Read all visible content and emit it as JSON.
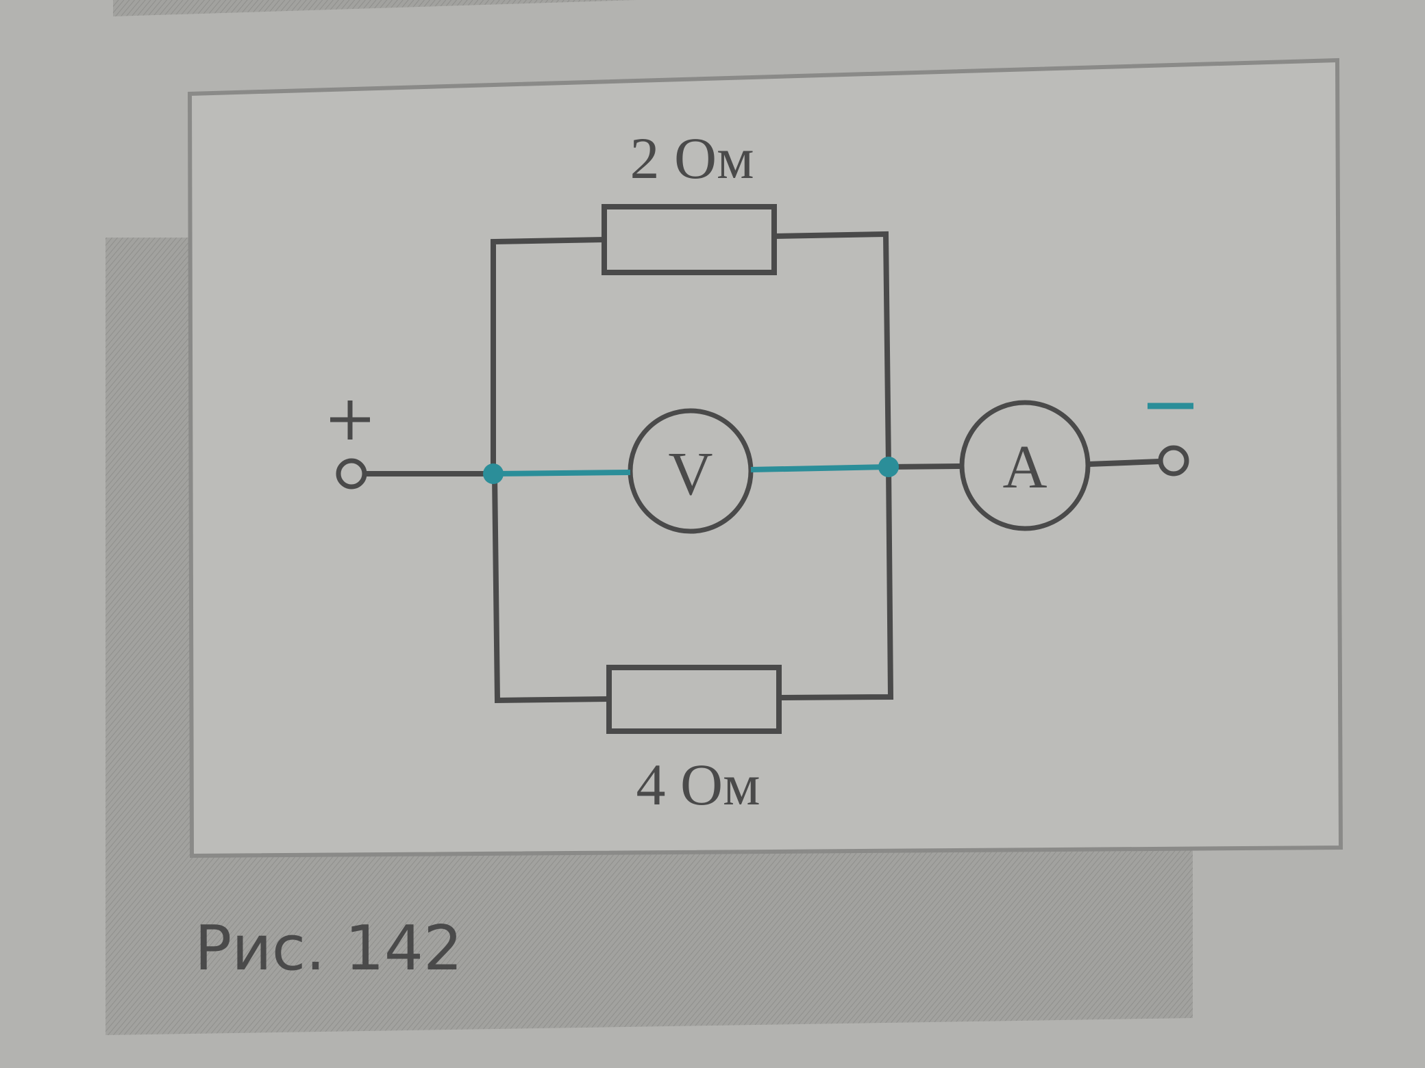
{
  "figure": {
    "caption": "Рис. 142",
    "type": "electric-circuit-diagram"
  },
  "circuit": {
    "terminals": {
      "positive": {
        "symbol": "+",
        "color": "#4a4a4a"
      },
      "negative": {
        "symbol": "−",
        "color": "#2b8e99"
      }
    },
    "resistors": [
      {
        "id": "R1",
        "label": "2 Ом",
        "branch": "top"
      },
      {
        "id": "R2",
        "label": "4 Ом",
        "branch": "bottom"
      }
    ],
    "meters": [
      {
        "id": "voltmeter",
        "letter": "V",
        "branch": "middle",
        "connection": "parallel"
      },
      {
        "id": "ammeter",
        "letter": "A",
        "connection": "series"
      }
    ],
    "junction_color": "#2b8e99",
    "highlight_wire_color": "#2b8e99",
    "wire_color": "#4a4a4a"
  },
  "colors": {
    "page_background": "#b3b3b0",
    "figure_panel": "#b9b9b6",
    "shaded_panel": "#9a9a97",
    "frame_border": "#8a8a88",
    "ink": "#4a4a4a",
    "accent": "#2b8e99"
  }
}
